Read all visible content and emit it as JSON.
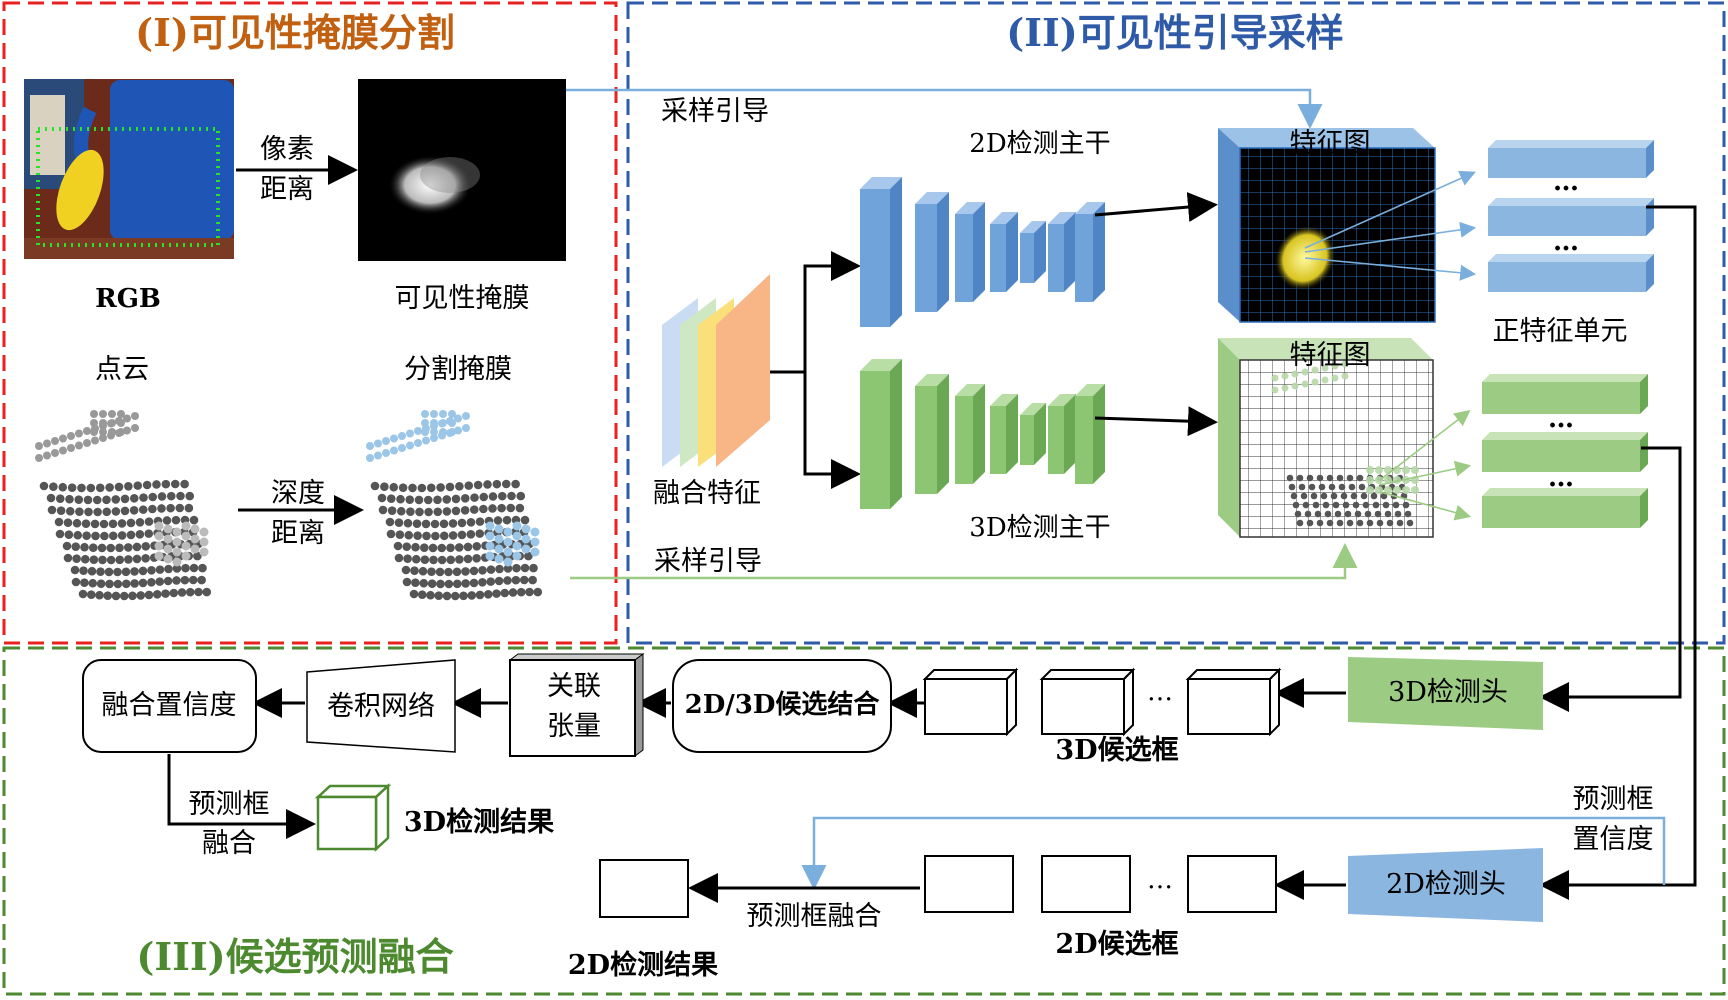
{
  "sections": {
    "s1": "(I)可见性掩膜分割",
    "s2": "(II)可见性引导采样",
    "s3": "(III)候选预测融合"
  },
  "labels": {
    "rgb": "RGB",
    "vis_mask": "可见性掩膜",
    "pixel": "像素",
    "distance": "距离",
    "point_cloud": "点云",
    "seg_mask": "分割掩膜",
    "depth": "深度",
    "sample_guide": "采样引导",
    "fused_feature": "融合特征",
    "backbone_2d": "2D检测主干",
    "backbone_3d": "3D检测主干",
    "feature_map": "特征图",
    "pos_feature_unit": "正特征单元",
    "ellipsis": "…",
    "head_3d": "3D检测头",
    "head_2d": "2D检测头",
    "cand_3d": "3D候选框",
    "cand_2d": "2D候选框",
    "combine": "2D/3D候选结合",
    "assoc1": "关联",
    "assoc2": "张量",
    "conv": "卷积网络",
    "fusion_conf": "融合置信度",
    "pred_box": "预测框",
    "merge": "融合",
    "result_3d": "3D检测结果",
    "result_2d": "2D检测结果",
    "pred_box_merge": "预测框融合",
    "pred_conf1": "预测框",
    "pred_conf2": "置信度"
  },
  "colors": {
    "red": "#e8201f",
    "blue": "#2e5aa8",
    "green": "#4d8a2f",
    "orange": "#c06010",
    "light_blue": "#7aaedc",
    "light_green": "#9ccc84"
  }
}
